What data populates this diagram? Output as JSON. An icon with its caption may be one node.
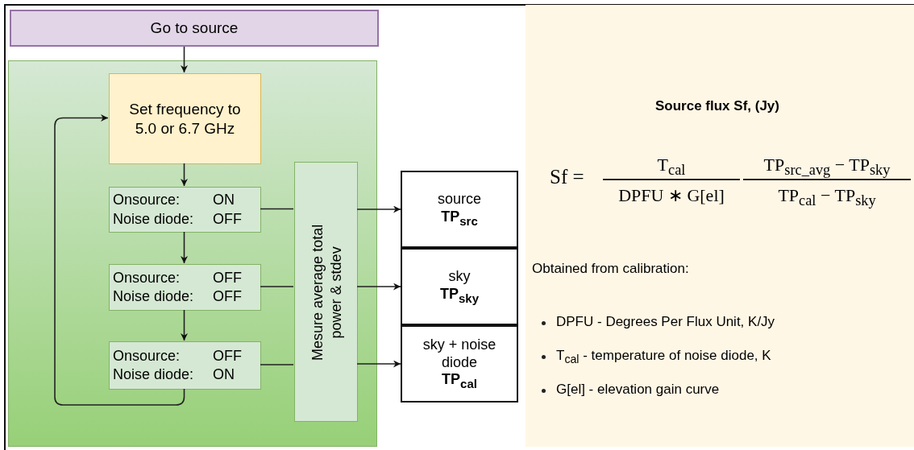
{
  "diagram": {
    "nodes": [
      {
        "text": [
          "Go to source"
        ]
      },
      {
        "text": [],
        "shape": "box"
      },
      {
        "text": [
          "Set frequency to 5.0 or 6.7 GHz"
        ],
        "in": 1
      },
      {
        "text": [
          "Onsource:",
          "ON",
          "Noise diode:",
          "OFF"
        ],
        "in": 1
      },
      {
        "text": [
          "Onsource:",
          "OFF",
          "Noise diode:",
          "OFF"
        ],
        "in": 1
      },
      {
        "text": [
          "Onsource:",
          "OFF",
          "Noise diode:",
          "ON"
        ],
        "in": 1
      },
      {
        "text": [
          "Mesure average total power & stdev"
        ],
        "in": 1
      },
      {
        "text": [
          "source",
          "TP$_{src}$"
        ]
      },
      {
        "text": [
          "sky",
          "TP$_{sky}$"
        ]
      },
      {
        "text": [
          "sky + noise diode",
          "TP$_{cal}$"
        ]
      },
      {
        "text": [
          "Source flux Sf, (Jy)",
          "Sf =",
          "T$_{cal}$",
          "DPFU ∗ G[el]",
          "TP$_{src_avg}$ − TP$_{sky}$",
          "TP$_{cal}$ − TP$_{sky}$",
          "Obtained from calibration:",
          "DPFU - Degrees Per Flux Unit, K/Jy",
          "T$_{cal}$ - temperature of noise diode, K",
          "G[el] - elevation gain curve"
        ]
      }
    ],
    "edges": [
      {
        "from": 0,
        "to": 2,
        "arrow": "to"
      },
      {
        "from": 2,
        "to": 3,
        "arrow": "to"
      },
      {
        "from": 3,
        "to": 4,
        "arrow": "to"
      },
      {
        "from": 4,
        "to": 5,
        "arrow": "to"
      },
      {
        "from": 5,
        "to": 2,
        "arrow": "to"
      },
      {
        "from": 3,
        "to": 6,
        "arrow": "none"
      },
      {
        "from": 6,
        "to": 7,
        "arrow": "to"
      },
      {
        "from": 4,
        "to": 6,
        "arrow": "none"
      },
      {
        "from": 6,
        "to": 8,
        "arrow": "to"
      },
      {
        "from": 5,
        "to": 6,
        "arrow": "none"
      },
      {
        "from": 6,
        "to": 9,
        "arrow": "to"
      }
    ]
  }
}
